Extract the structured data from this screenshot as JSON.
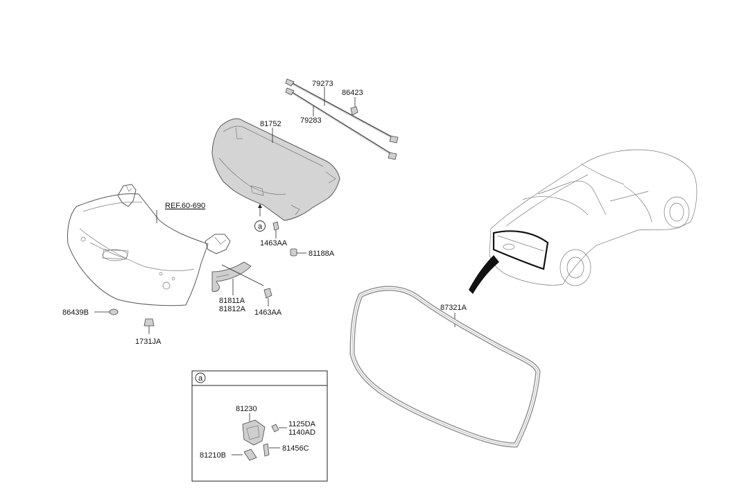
{
  "ref_label": "REF.60-690",
  "detail_marker": "a",
  "parts": {
    "p79273": "79273",
    "p86423": "86423",
    "p79283": "79283",
    "p81752": "81752",
    "p1463AA_top": "1463AA",
    "p81188A": "81188A",
    "p81811A": "81811A",
    "p81812A": "81812A",
    "p1463AA_mid": "1463AA",
    "p86439B": "86439B",
    "p1731JA": "1731JA",
    "p87321A": "87321A",
    "p81230": "81230",
    "p1125DA": "1125DA",
    "p1140AD": "1140AD",
    "p81210B": "81210B",
    "p81456C": "81456C"
  },
  "colors": {
    "line": "#555555",
    "text": "#111111",
    "part_fill": "#d4d4d4"
  }
}
